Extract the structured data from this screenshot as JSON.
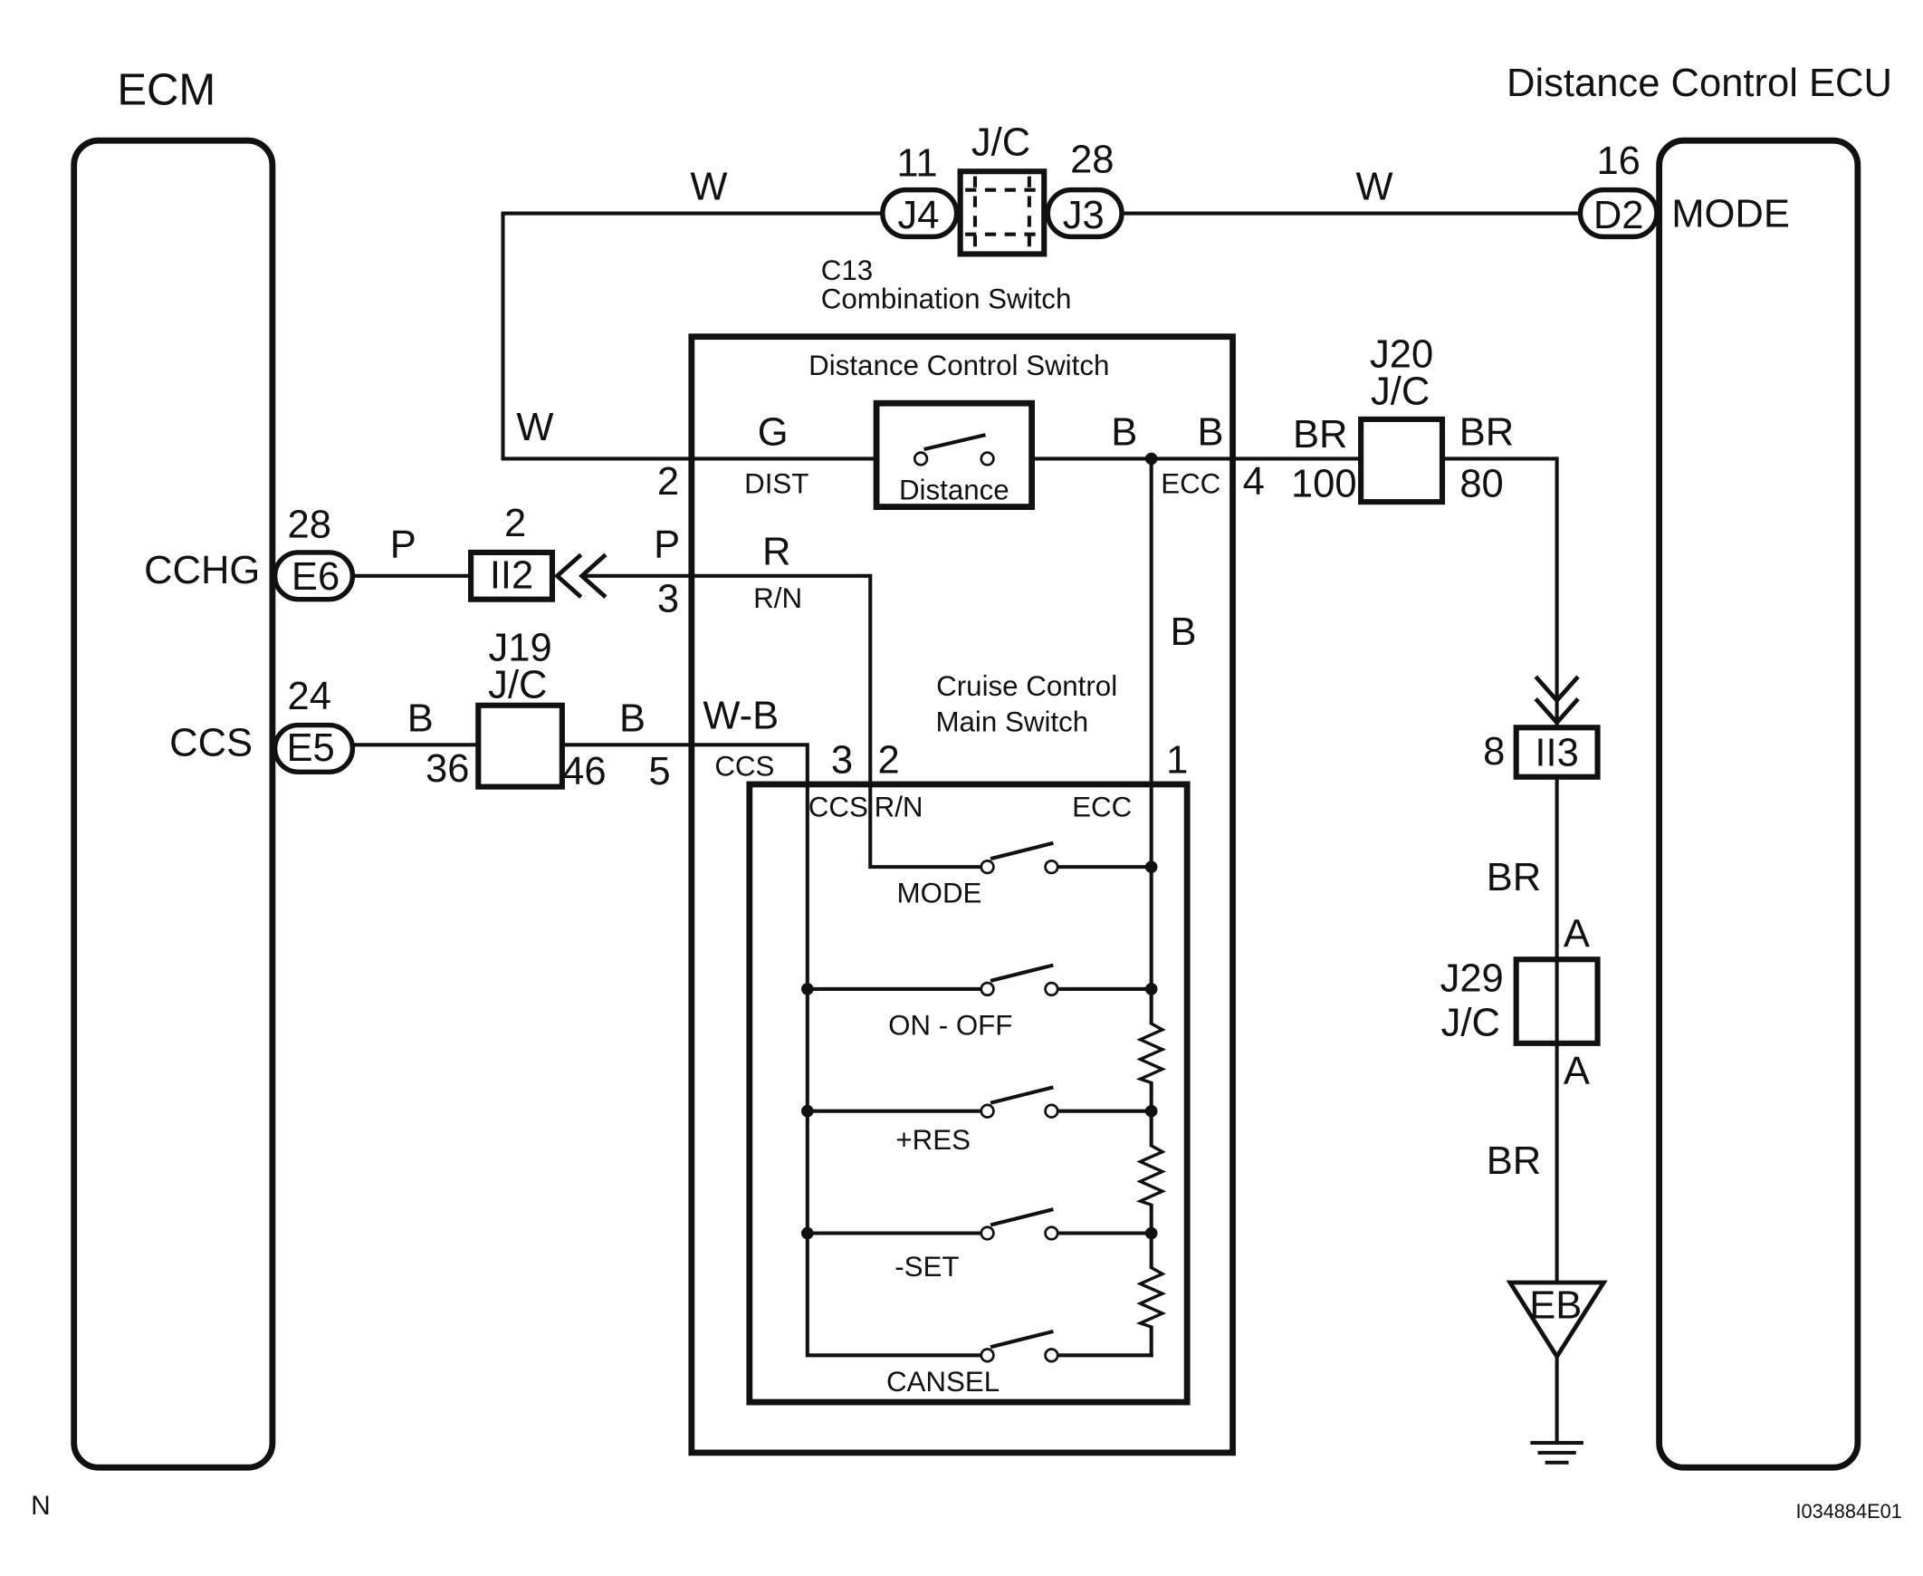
{
  "ecm": {
    "title": "ECM",
    "cchg": "CCHG",
    "ccs": "CCS"
  },
  "ecu": {
    "title": "Distance Control ECU",
    "mode": "MODE"
  },
  "e6": {
    "label": "E6",
    "pin": "28"
  },
  "e5": {
    "label": "E5",
    "pin": "24"
  },
  "d2": {
    "label": "D2",
    "pin": "16"
  },
  "jc_top": {
    "title": "J/C",
    "left_label": "J4",
    "left_pin": "11",
    "right_label": "J3",
    "right_pin": "28"
  },
  "combination_switch": {
    "code": "C13",
    "name": "Combination Switch"
  },
  "distance_switch": {
    "title": "Distance Control Switch",
    "switch_label": "Distance",
    "dist_terminal": "DIST",
    "ecc_terminal": "ECC",
    "pin_dist": "2",
    "pin_ecc": "4"
  },
  "cruise_switch": {
    "title_line1": "Cruise Control",
    "title_line2": "Main Switch",
    "ccs_terminal": "CCS",
    "rn_terminal": "R/N",
    "ecc_terminal": "ECC",
    "pin_3": "3",
    "pin_2": "2",
    "pin_1": "1",
    "outer_ccs": "CCS",
    "outer_rn": "R/N",
    "pin_rn_outer": "3",
    "pin_ccs_outer": "5",
    "switches": [
      "MODE",
      "ON - OFF",
      "+RES",
      "-SET",
      "CANSEL"
    ]
  },
  "j20": {
    "title": "J20",
    "sub": "J/C",
    "pin_left": "100",
    "pin_right": "80"
  },
  "j19": {
    "title": "J19",
    "sub": "J/C",
    "pin_left": "36",
    "pin_right": "46"
  },
  "j29": {
    "title": "J29",
    "sub": "J/C",
    "pin_top": "A",
    "pin_bottom": "A"
  },
  "ii2": {
    "label": "II2",
    "pin": "2"
  },
  "ii3": {
    "label": "II3",
    "pin": "8"
  },
  "ground": {
    "label": "EB"
  },
  "wires": {
    "w_left": "W",
    "w_right": "W",
    "w_vertical": "W",
    "g": "G",
    "b_a": "B",
    "b_b": "B",
    "b_vertical": "B",
    "br_left": "BR",
    "br_right": "BR",
    "br_mid": "BR",
    "br_low": "BR",
    "p_left": "P",
    "p_right": "P",
    "r": "R",
    "b_ccs_left": "B",
    "b_ccs_right": "B",
    "wb": "W-B"
  },
  "footer": {
    "left": "N",
    "code": "I034884E01"
  }
}
